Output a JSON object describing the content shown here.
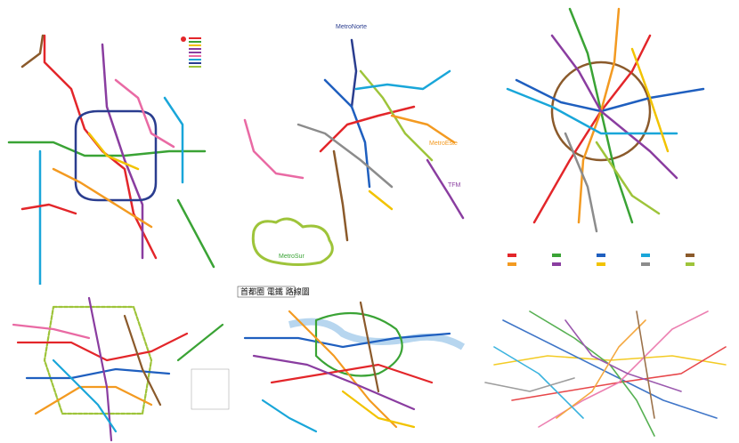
{
  "maps": [
    {
      "id": "top-left",
      "labels": []
    },
    {
      "id": "top-center",
      "labels": [
        "MetroNorte",
        "MetroEste",
        "TFM",
        "MetroSur"
      ]
    },
    {
      "id": "top-right",
      "labels": []
    },
    {
      "id": "bottom-left",
      "labels": []
    },
    {
      "id": "bottom-center",
      "labels": [
        "首都圈 電鐵 路線圖"
      ]
    },
    {
      "id": "bottom-right",
      "labels": []
    }
  ],
  "colors": {
    "red": "#e3262a",
    "blue": "#1f5fbf",
    "green": "#3aa335",
    "orange": "#f39a21",
    "purple": "#8a3da0",
    "brown": "#8b5a2b",
    "cyan": "#19a6d9",
    "pink": "#e96aa4",
    "lime": "#9ec43a",
    "gray": "#8c8c8c",
    "yellow": "#f2c300",
    "navy": "#2a3d8f"
  }
}
